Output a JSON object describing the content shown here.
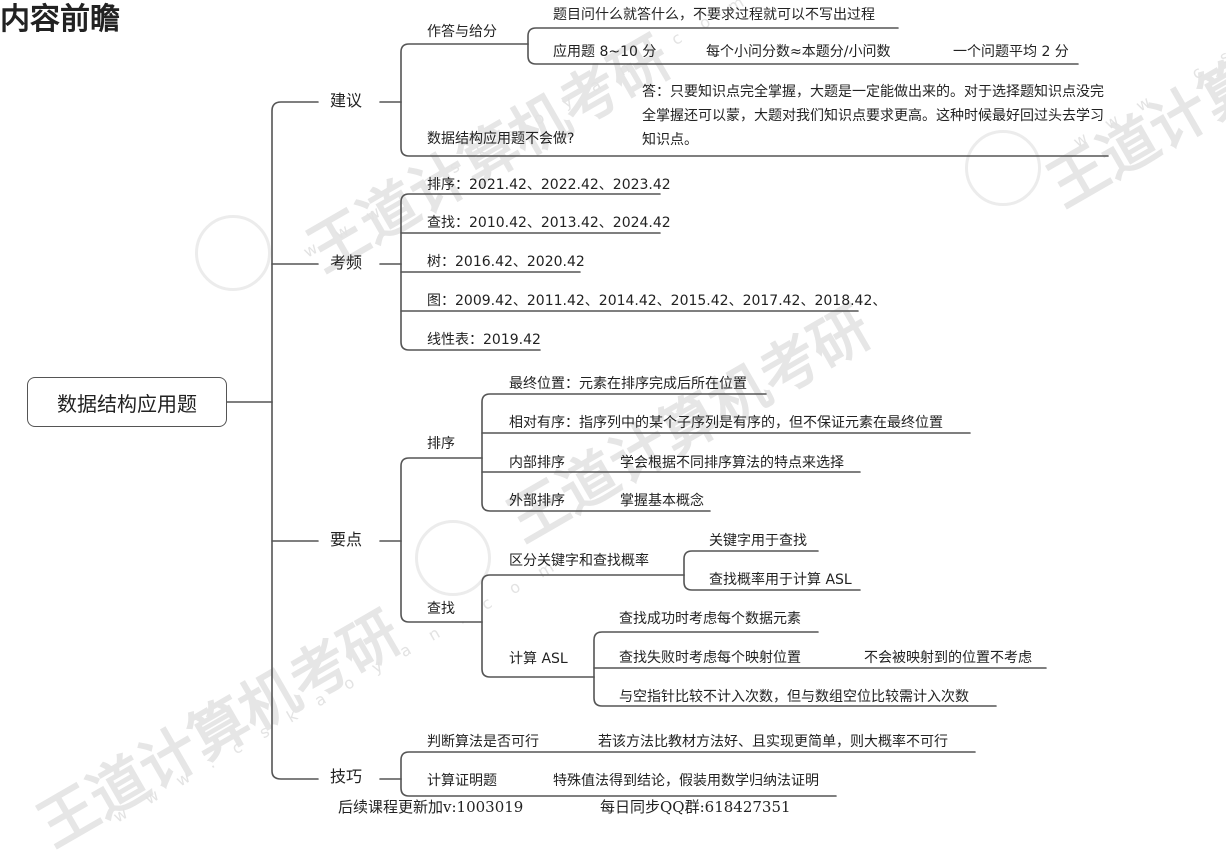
{
  "title": "内容前瞻",
  "root": "数据结构应用题",
  "branches": {
    "suggestion": {
      "label": "建议",
      "scoring": {
        "label": "作答与给分",
        "rule": "题目问什么就答什么，不要求过程就可以不写出过程",
        "points": "应用题 8~10 分",
        "per_q": "每个小问分数≈本题分/小问数",
        "avg": "一个问题平均 2 分"
      },
      "cant_do": {
        "label": "数据结构应用题不会做?",
        "answer": "答：只要知识点完全掌握，大题是一定能做出来的。对于选择题知识点没完全掌握还可以蒙，大题对我们知识点要求更高。这种时候最好回过头去学习知识点。"
      }
    },
    "frequency": {
      "label": "考频",
      "items": [
        "排序：2021.42、2022.42、2023.42",
        "查找：2010.42、2013.42、2024.42",
        "树：2016.42、2020.42",
        "图：2009.42、2011.42、2014.42、2015.42、2017.42、2018.42、",
        "线性表：2019.42"
      ]
    },
    "keypoints": {
      "label": "要点",
      "sort": {
        "label": "排序",
        "final_pos": "最终位置：元素在排序完成后所在位置",
        "relative": "相对有序：指序列中的某个子序列是有序的，但不保证元素在最终位置",
        "internal": "内部排序",
        "internal_desc": "学会根据不同排序算法的特点来选择",
        "external": "外部排序",
        "external_desc": "掌握基本概念"
      },
      "search": {
        "label": "查找",
        "distinguish": "区分关键字和查找概率",
        "key_use": "关键字用于查找",
        "prob_use": "查找概率用于计算 ASL",
        "asl": "计算 ASL",
        "success": "查找成功时考虑每个数据元素",
        "fail": "查找失败时考虑每个映射位置",
        "fail_note": "不会被映射到的位置不考虑",
        "null_cmp": "与空指针比较不计入次数，但与数组空位比较需计入次数"
      }
    },
    "tips": {
      "label": "技巧",
      "feasible": "判断算法是否可行",
      "feasible_desc": "若该方法比教材方法好、且实现更简单，则大概率不可行",
      "proof": "计算证明题",
      "proof_desc": "特殊值法得到结论，假装用数学归纳法证明"
    }
  },
  "footer": {
    "left": "后续课程更新加v:1003019",
    "right": "每日同步QQ群:618427351"
  },
  "watermark": {
    "brand": "王道计算机考研",
    "url": "w w w . c s k a o y a n . c o m"
  },
  "colors": {
    "line": "#555555",
    "text": "#222222",
    "watermark": "#e6e6e6"
  }
}
